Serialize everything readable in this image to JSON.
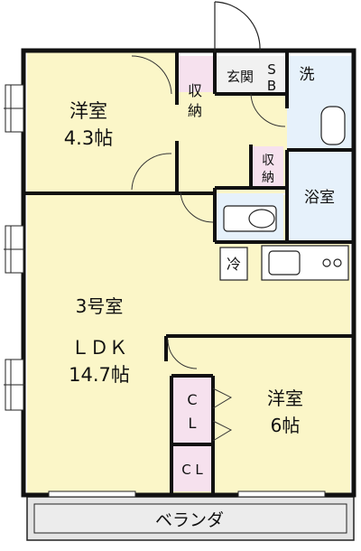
{
  "rooms": {
    "western_room_1": {
      "name": "洋室",
      "size": "4.3帖"
    },
    "storage_1": {
      "line1": "収",
      "line2": "納"
    },
    "entrance": {
      "label": "玄関"
    },
    "shoe_box": {
      "line1": "S",
      "line2": "B"
    },
    "washroom": {
      "label": "洗"
    },
    "storage_2": {
      "line1": "収",
      "line2": "納"
    },
    "bathroom": {
      "label": "浴室"
    },
    "fridge": {
      "label": "冷"
    },
    "ldk": {
      "unit": "3号室",
      "name": "ＬＤＫ",
      "size": "14.7帖"
    },
    "closet_1": {
      "line1": "C",
      "line2": "L"
    },
    "western_room_2": {
      "name": "洋室",
      "size": "6帖"
    },
    "closet_2": {
      "label": "C L"
    },
    "veranda": {
      "label": "ベランダ"
    }
  },
  "colors": {
    "room_fill": "#fbf6c8",
    "storage_fill": "#f6e1ee",
    "wet_fill": "#e6f1fb",
    "wall": "#111111",
    "veranda_fill": "#e4e4e4"
  }
}
